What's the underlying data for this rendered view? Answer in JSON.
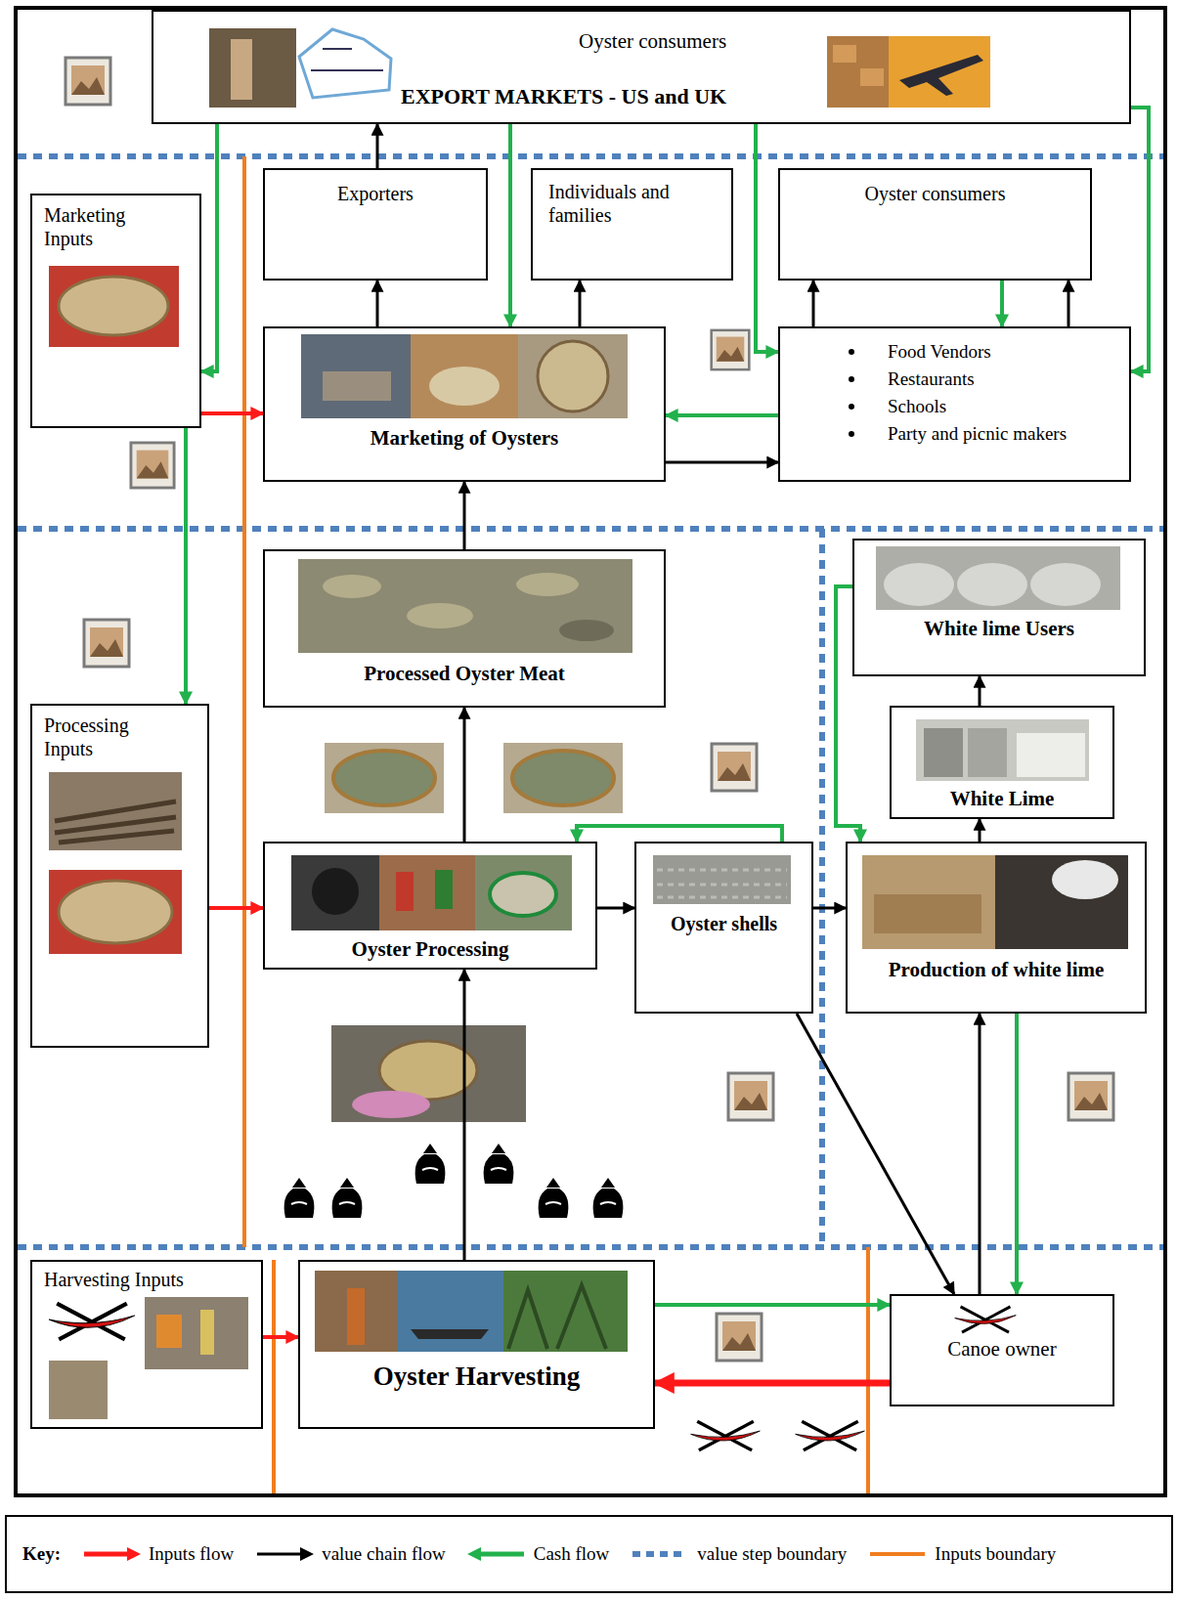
{
  "diagram": {
    "nodes": [
      {
        "text": [
          "Oyster consumers",
          "EXPORT MARKETS - US and UK"
        ]
      },
      {
        "text": [
          "Marketing Inputs"
        ]
      },
      {
        "text": [
          "Exporters"
        ]
      },
      {
        "text": [
          "Individuals and families"
        ]
      },
      {
        "text": [
          "Oyster consumers"
        ]
      },
      {
        "text": [
          "Marketing of Oysters"
        ]
      },
      {
        "text": [
          "Food Vendors",
          "Restaurants",
          "Schools",
          "Party and picnic makers"
        ]
      },
      {
        "text": [
          "Processing Inputs"
        ]
      },
      {
        "text": [
          "Processed Oyster Meat"
        ]
      },
      {
        "text": [
          "White lime Users"
        ]
      },
      {
        "text": [
          "White Lime"
        ]
      },
      {
        "text": [
          "Oyster Processing"
        ]
      },
      {
        "text": [
          "Oyster shells"
        ]
      },
      {
        "text": [
          "Production of white lime"
        ]
      },
      {
        "text": [
          "Harvesting Inputs"
        ]
      },
      {
        "text": [
          "Oyster Harvesting"
        ]
      },
      {
        "text": [
          "Canoe owner"
        ]
      }
    ],
    "edges": [
      {
        "from": 2,
        "to": 0,
        "arrow": "to"
      },
      {
        "from": 5,
        "to": 2,
        "arrow": "to"
      },
      {
        "from": 5,
        "to": 3,
        "arrow": "to"
      },
      {
        "from": 5,
        "to": 6,
        "arrow": "to"
      },
      {
        "from": 6,
        "to": 4,
        "arrow": "to"
      },
      {
        "from": 6,
        "to": 4,
        "arrow": "to"
      },
      {
        "from": 4,
        "to": 6,
        "arrow": "to"
      },
      {
        "from": 0,
        "to": 1,
        "arrow": "to"
      },
      {
        "from": 1,
        "to": 7,
        "arrow": "to"
      },
      {
        "from": 0,
        "to": 5,
        "arrow": "to"
      },
      {
        "from": 0,
        "to": 6,
        "arrow": "to"
      },
      {
        "from": 0,
        "to": 6,
        "arrow": "to"
      },
      {
        "from": 6,
        "to": 5,
        "arrow": "to"
      },
      {
        "from": 1,
        "to": 5,
        "arrow": "to"
      },
      {
        "from": 8,
        "to": 5,
        "arrow": "to"
      },
      {
        "from": 11,
        "to": 8,
        "arrow": "to"
      },
      {
        "from": 11,
        "to": 12,
        "arrow": "to"
      },
      {
        "from": 12,
        "to": 13,
        "arrow": "to"
      },
      {
        "from": 13,
        "to": 10,
        "arrow": "to"
      },
      {
        "from": 10,
        "to": 9,
        "arrow": "to"
      },
      {
        "from": 9,
        "to": 13,
        "arrow": "to"
      },
      {
        "from": 12,
        "to": 11,
        "arrow": "to"
      },
      {
        "from": 7,
        "to": 11,
        "arrow": "to"
      },
      {
        "from": 15,
        "to": 11,
        "arrow": "to"
      },
      {
        "from": 12,
        "to": 16,
        "arrow": "to"
      },
      {
        "from": 16,
        "to": 13,
        "arrow": "to"
      },
      {
        "from": 13,
        "to": 16,
        "arrow": "to"
      },
      {
        "from": 15,
        "to": 16,
        "arrow": "to"
      },
      {
        "from": 14,
        "to": 15,
        "arrow": "to"
      },
      {
        "from": 16,
        "to": 15,
        "arrow": "to"
      }
    ],
    "labels": [
      "Key:"
    ],
    "legend": [
      {
        "text": "Inputs flow"
      },
      {
        "text": "value chain flow"
      },
      {
        "text": "Cash flow"
      },
      {
        "text": "value step boundary"
      },
      {
        "text": "Inputs boundary"
      }
    ]
  }
}
